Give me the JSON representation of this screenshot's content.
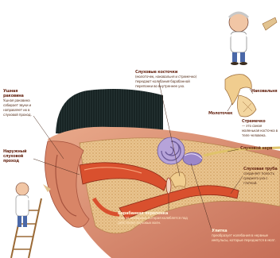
{
  "labels": {
    "auricle": {
      "title": "Ушная раковина",
      "body": "Ушная раковина собирает звуки и направляет их в слуховой проход."
    },
    "ear_canal": {
      "title": "Наружный слуховой проход",
      "body": ""
    },
    "ossicles": {
      "title": "Слуховые косточки",
      "body": "(молоточек, наковальня и стремечко) передают колебания барабанной перепонки во внутреннее ухо."
    },
    "incus": {
      "title": "Наковальня",
      "body": ""
    },
    "malleus": {
      "title": "Молоточек",
      "body": ""
    },
    "stapes": {
      "title": "Стремечко",
      "body": "— это самая маленькая косточка в теле человека."
    },
    "nerve": {
      "title": "Слуховой нерв",
      "body": ""
    },
    "eustachian": {
      "title": "Слуховая труба",
      "body": "соединяет полость среднего уха с глоткой."
    },
    "eardrum": {
      "title": "Барабанная перепонка",
      "body": "тонкая мембрана, которая колеблется под действием звуковых волн."
    },
    "cochlea": {
      "title": "Улитка",
      "body": "преобразует колебания в нервные импульсы, которые передаются в мозг."
    }
  },
  "colors": {
    "bone": "#e7b98c",
    "canal": "#d9502e",
    "cochlea": "#9b86c9",
    "hair": "#1e2a2a",
    "ossicle": "#f0cd8f"
  }
}
